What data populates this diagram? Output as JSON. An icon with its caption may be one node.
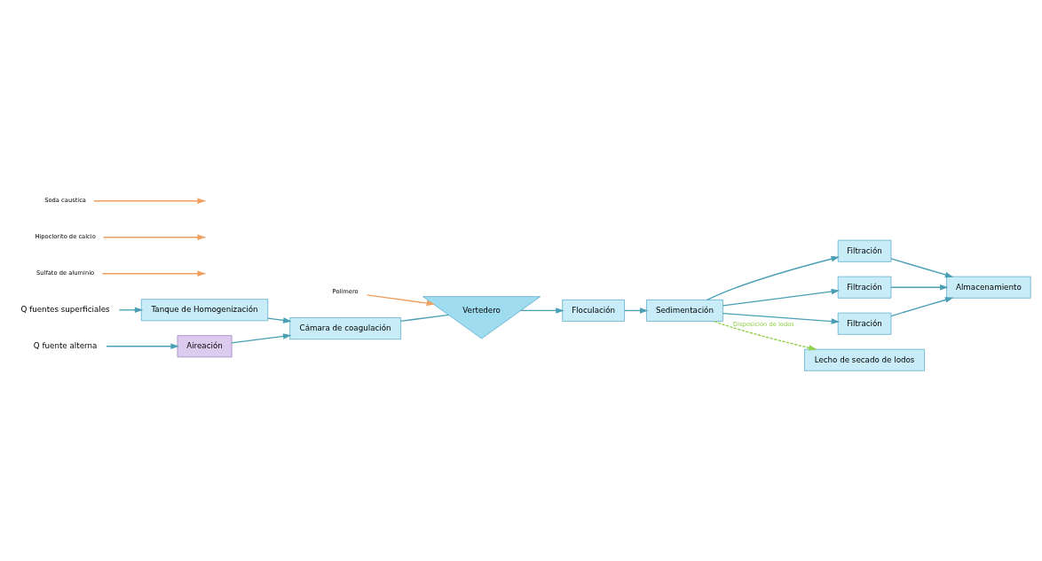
{
  "diagram": {
    "nodes": [
      {
        "text": [
          "Aireación"
        ]
      },
      {
        "text": [
          "Tanque de Homogenización"
        ]
      },
      {
        "text": [
          "Cámara de coagulación"
        ]
      },
      {
        "text": [
          "Vertedero"
        ]
      },
      {
        "text": [
          "Floculación"
        ]
      },
      {
        "text": [
          "Sedimentación"
        ]
      },
      {
        "text": [
          "Filtración"
        ]
      },
      {
        "text": [
          "Filtración"
        ]
      },
      {
        "text": [
          "Filtración"
        ]
      },
      {
        "text": [
          "Almacenamiento"
        ]
      },
      {
        "text": [
          "Lecho de secado de lodos"
        ]
      },
      {
        "text": [
          "Q fuente alterna"
        ]
      },
      {
        "text": [
          "Q fuentes superficiales"
        ]
      },
      {
        "text": [
          "Sulfato de aluminio"
        ]
      },
      {
        "text": [
          "Polímero"
        ]
      },
      {
        "text": [
          "Hipoclorito de calcio"
        ]
      },
      {
        "text": [
          "Soda caustica"
        ]
      }
    ],
    "edges": [
      {
        "from": 11,
        "to": 0,
        "arrow": "to"
      },
      {
        "from": 12,
        "to": 1,
        "arrow": "to"
      },
      {
        "from": 0,
        "to": 2,
        "arrow": "to"
      },
      {
        "from": 1,
        "to": 2,
        "arrow": "to"
      },
      {
        "from": 13,
        "to": null,
        "arrow": "to",
        "color": "#f0a060"
      },
      {
        "from": 14,
        "to": 3,
        "arrow": "to",
        "color": "#f0a060"
      },
      {
        "from": 2,
        "to": 3,
        "arrow": "none"
      },
      {
        "from": 3,
        "to": 4,
        "arrow": "to"
      },
      {
        "from": 4,
        "to": 5,
        "arrow": "to"
      },
      {
        "from": 5,
        "to": 6,
        "arrow": "to"
      },
      {
        "from": 5,
        "to": 7,
        "arrow": "to"
      },
      {
        "from": 5,
        "to": 8,
        "arrow": "to"
      },
      {
        "from": 6,
        "to": 9,
        "arrow": "to"
      },
      {
        "from": 7,
        "to": 9,
        "arrow": "to"
      },
      {
        "from": 8,
        "to": 9,
        "arrow": "to"
      },
      {
        "from": 15,
        "to": null,
        "arrow": "to",
        "color": "#f0a060"
      },
      {
        "from": 16,
        "to": null,
        "arrow": "to",
        "color": "#f0a060"
      },
      {
        "from": 5,
        "to": 10,
        "arrow": "to",
        "label": "Disposición de lodos",
        "style": "dashed",
        "color": "#92d050"
      }
    ]
  }
}
